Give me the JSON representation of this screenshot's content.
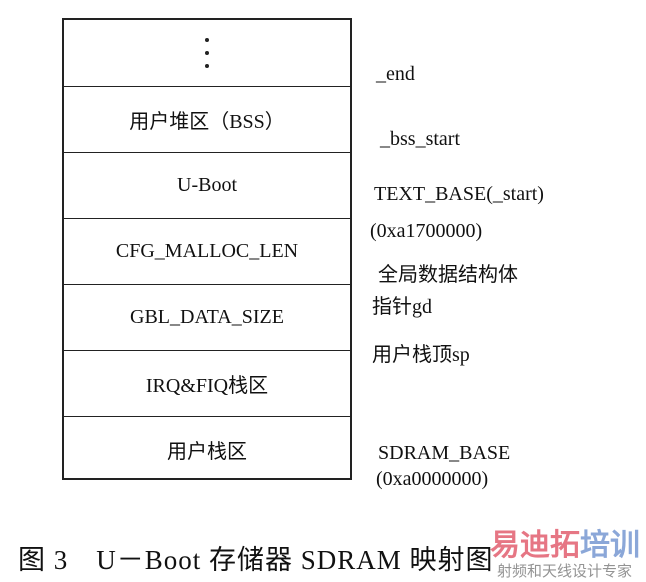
{
  "blocks": [
    "用户堆区（BSS）",
    "U-Boot",
    "CFG_MALLOC_LEN",
    "GBL_DATA_SIZE",
    "IRQ&FIQ栈区",
    "用户栈区"
  ],
  "labels": {
    "end": "_end",
    "bss_start": "_bss_start",
    "text_base": "TEXT_BASE(_start)",
    "text_base_addr": "(0xa1700000)",
    "gd_line1": "全局数据结构体",
    "gd_line2": "指针gd",
    "sp": "用户栈顶sp",
    "sdram_base": "SDRAM_BASE",
    "sdram_addr": "(0xa0000000)"
  },
  "caption": "图 3　U－Boot 存储器 SDRAM 映射图",
  "watermark": {
    "line1a": "易迪拓",
    "line1b": "培训",
    "line2": "射频和天线设计专家"
  }
}
